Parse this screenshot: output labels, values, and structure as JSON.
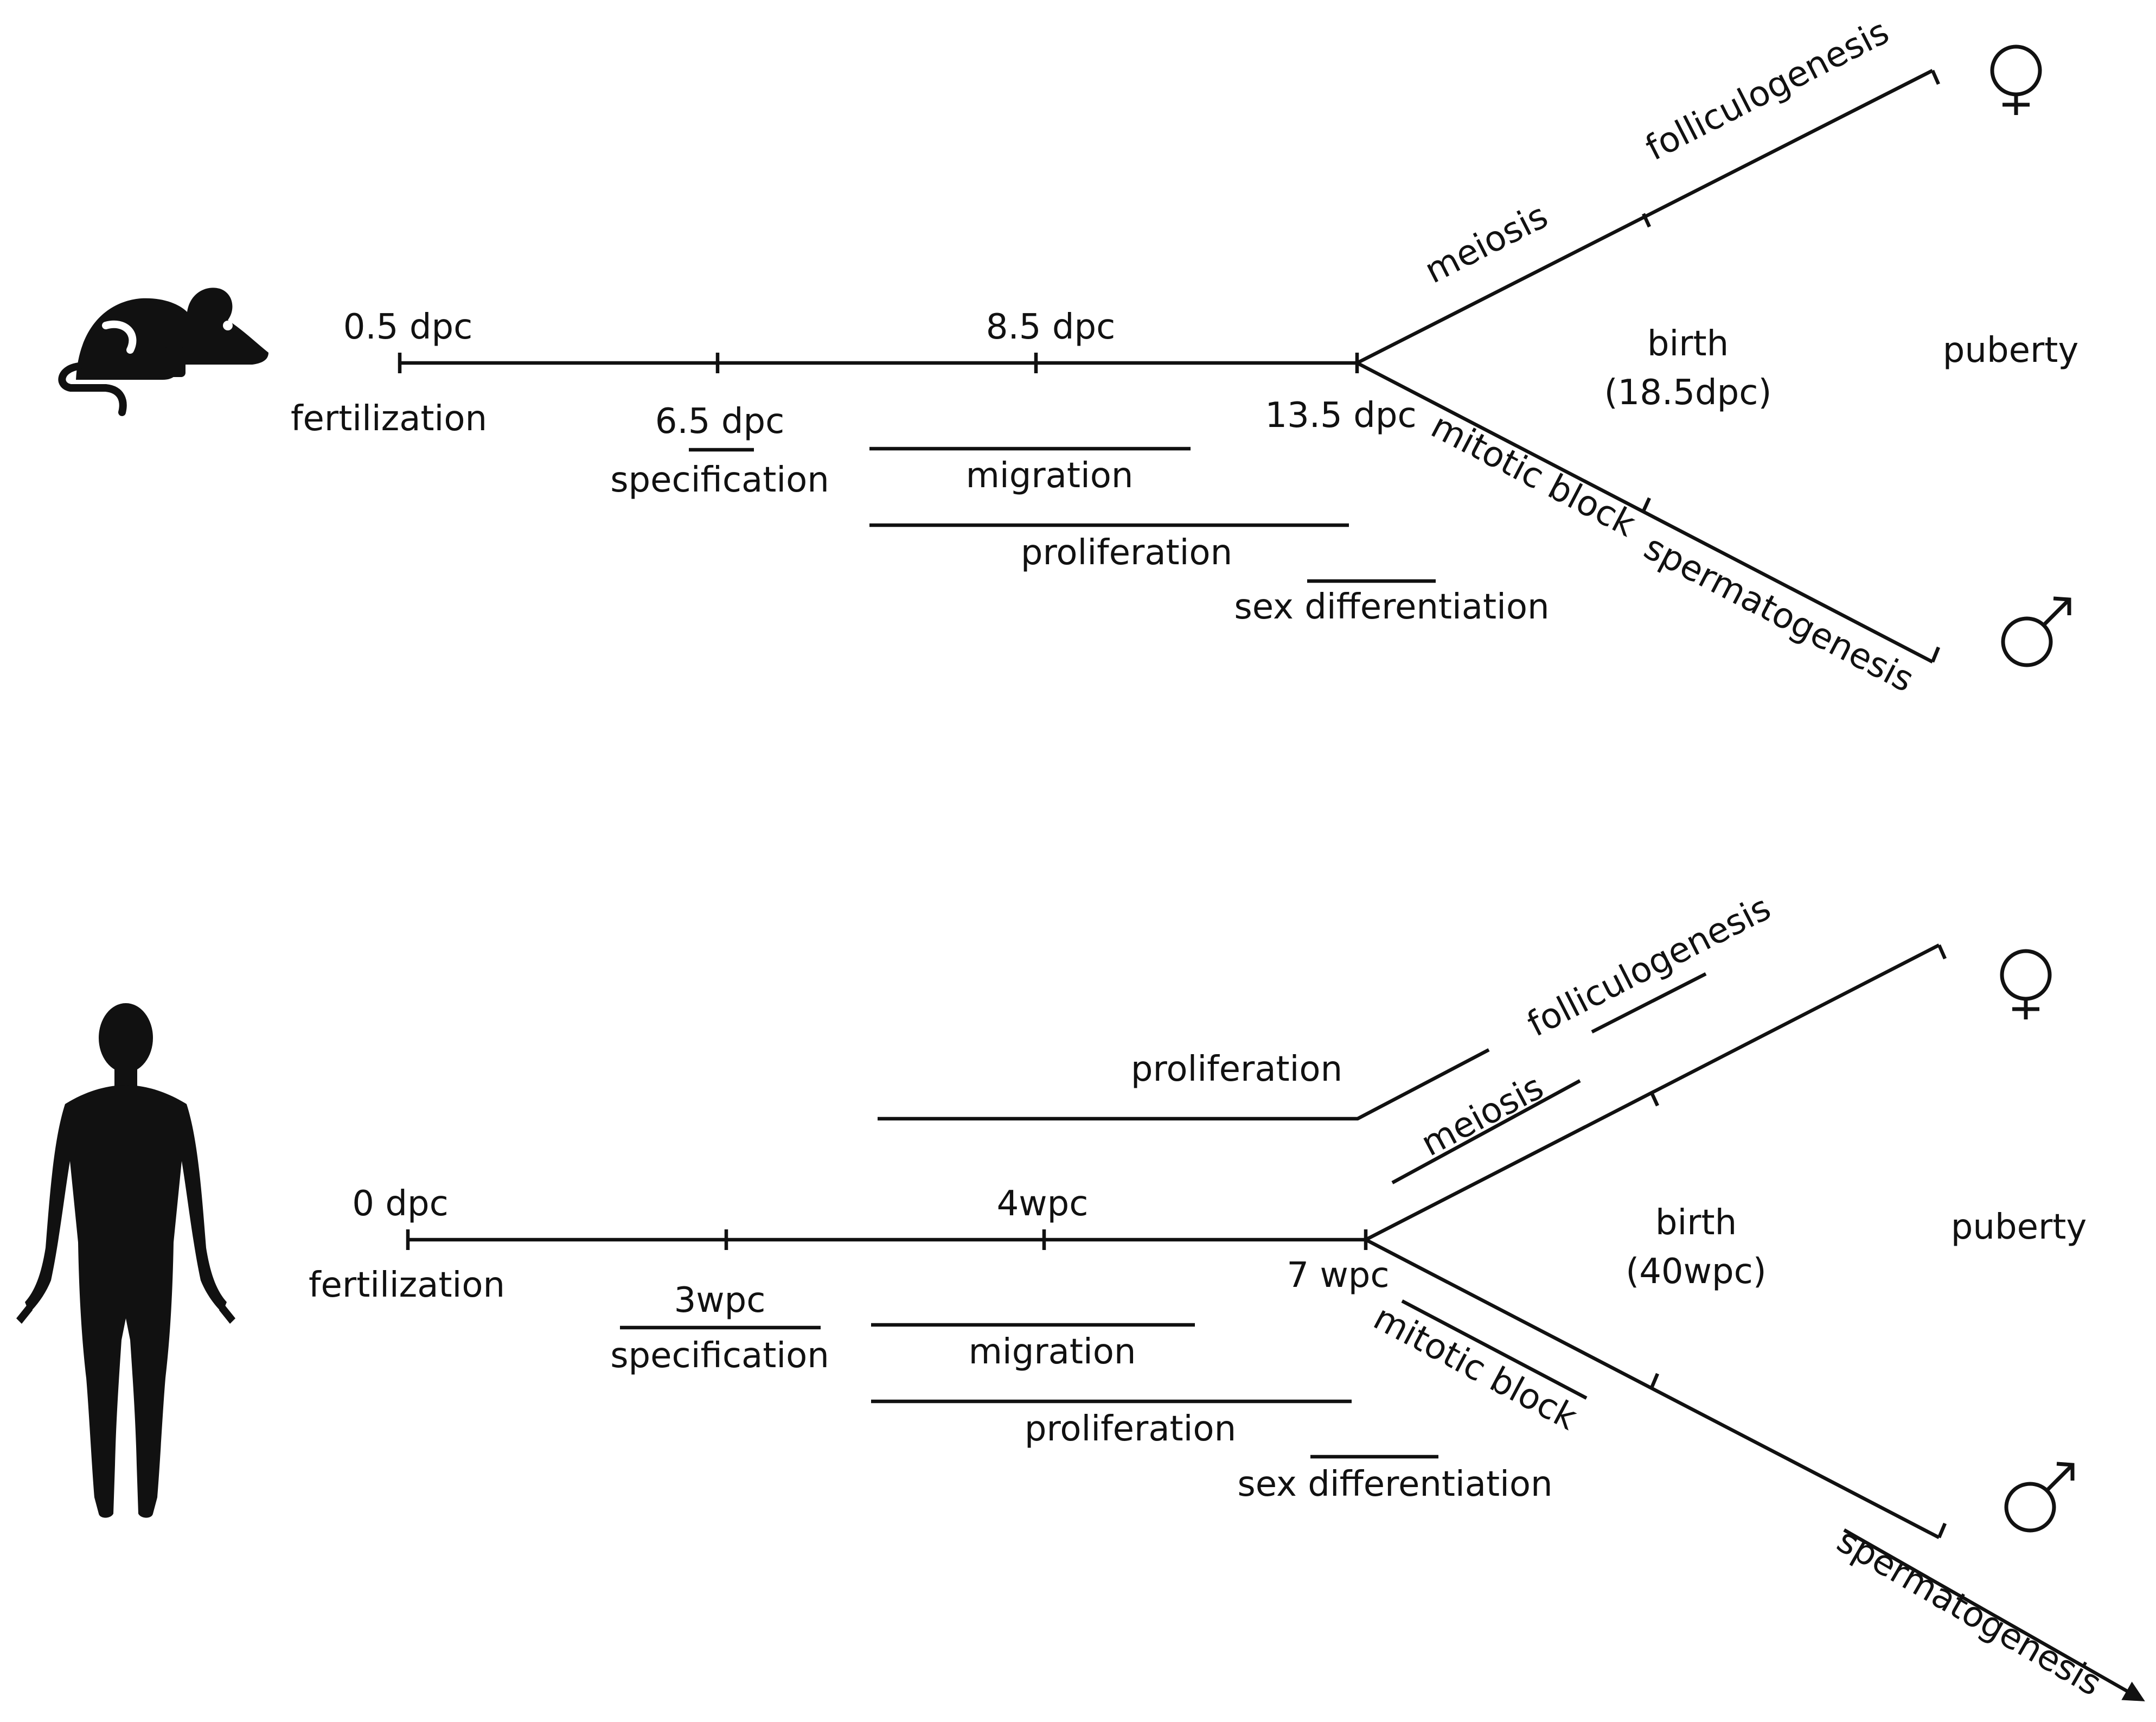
{
  "mouse": {
    "icon": "mouse-icon",
    "labels": {
      "t0_5": "0.5 dpc",
      "t8_5": "8.5 dpc",
      "t6_5": "6.5 dpc",
      "t13_5": "13.5 dpc",
      "fertilization": "fertilization",
      "specification": "specification",
      "migration": "migration",
      "proliferation": "proliferation",
      "sex_differentiation": "sex differentiation",
      "meiosis": "meiosis",
      "folliculogenesis": "folliculogenesis",
      "mitotic_block": "mitotic block",
      "spermatogenesis": "spermatogenesis",
      "birth": "birth",
      "birth_time": "(18.5dpc)",
      "puberty": "puberty"
    },
    "female_symbol": "female-symbol-icon",
    "male_symbol": "male-symbol-icon"
  },
  "human": {
    "icon": "human-silhouette-icon",
    "labels": {
      "t0": "0 dpc",
      "t4": "4wpc",
      "t3": "3wpc",
      "t7": "7 wpc",
      "fertilization": "fertilization",
      "specification": "specification",
      "migration": "migration",
      "proliferation": "proliferation",
      "proliferation_female": "proliferation",
      "sex_differentiation": "sex differentiation",
      "meiosis": "meiosis",
      "folliculogenesis": "folliculogenesis",
      "mitotic_block": "mitotic block",
      "spermatogenesis": "spermatogenesis",
      "birth": "birth",
      "birth_time": "(40wpc)",
      "puberty": "puberty"
    },
    "female_symbol": "female-symbol-icon",
    "male_symbol": "male-symbol-icon"
  },
  "colors": {
    "ink": "#111111",
    "background": "#ffffff"
  }
}
